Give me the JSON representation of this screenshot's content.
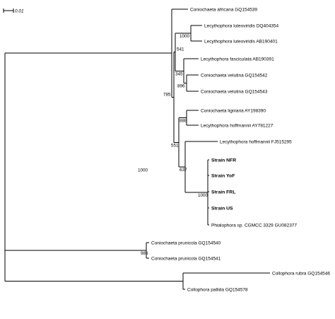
{
  "scale_bar": {
    "label": "0.01"
  },
  "taxa": [
    {
      "name": "Coniochaeta africana GQ154539",
      "bold": false
    },
    {
      "name": "Lecythophora luteoviridis DQ404354",
      "bold": false
    },
    {
      "name": "Lecythophora luteoviridis AB190401",
      "bold": false
    },
    {
      "name": "Lecythophora fasciculata AB190391",
      "bold": false
    },
    {
      "name": "Coniochaeta velutina GQ154542",
      "bold": false
    },
    {
      "name": "Coniochaeta velutina GQ154543",
      "bold": false
    },
    {
      "name": "Coniochaeta ligniaria AY198390",
      "bold": false
    },
    {
      "name": "Lecythophora hoffmannii AY781227",
      "bold": false
    },
    {
      "name": "Lecythophora hoffmannii FJ515295",
      "bold": false
    },
    {
      "name": "Strain NFR",
      "bold": true
    },
    {
      "name": "Strain YoF",
      "bold": true
    },
    {
      "name": "Strain FRL",
      "bold": true
    },
    {
      "name": "Strain US",
      "bold": true
    },
    {
      "name": "Phialophora sp. CGMCC 3329 GU082377",
      "bold": false
    },
    {
      "name": "Coniochaeta prunicola GQ154540",
      "bold": false
    },
    {
      "name": "Coniochaeta prunicola GQ154541",
      "bold": false
    },
    {
      "name": "Collophora rubra GQ154546",
      "bold": false
    },
    {
      "name": "Collophora pallida GQ154578",
      "bold": false
    }
  ],
  "support_values": [
    {
      "id": "n_luteo",
      "value": "1000"
    },
    {
      "id": "n_785",
      "value": "785"
    },
    {
      "id": "n_541",
      "value": "541"
    },
    {
      "id": "n_345",
      "value": "345"
    },
    {
      "id": "n_896",
      "value": "896"
    },
    {
      "id": "n_888",
      "value": "888"
    },
    {
      "id": "n_551",
      "value": "551"
    },
    {
      "id": "n_root",
      "value": "1000"
    },
    {
      "id": "n_637",
      "value": "637"
    },
    {
      "id": "n_strain",
      "value": "1000"
    },
    {
      "id": "n_986",
      "value": "986"
    }
  ]
}
